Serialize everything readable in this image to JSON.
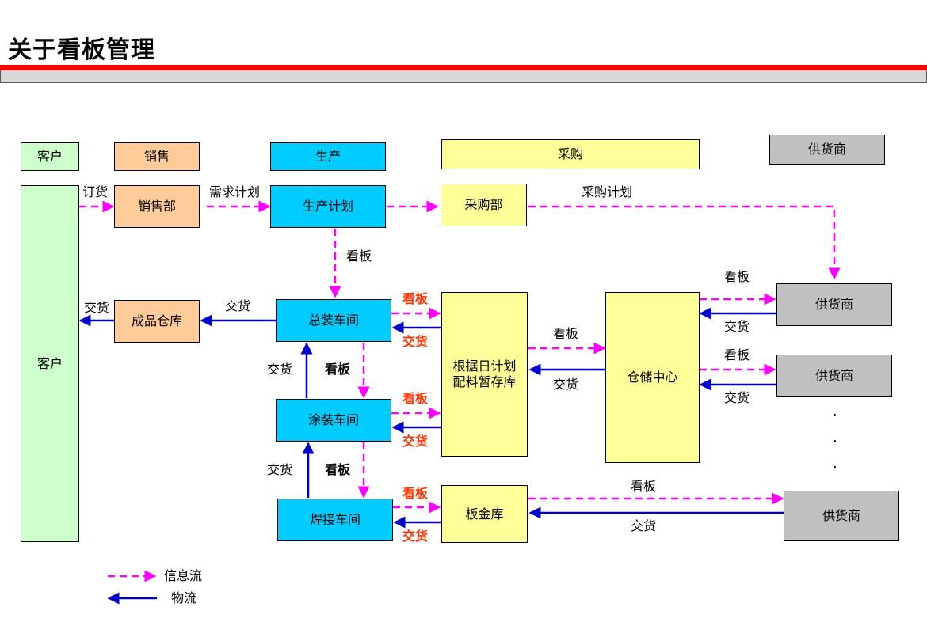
{
  "page": {
    "title": "关于看板管理"
  },
  "colors": {
    "customer": "#ccffcc",
    "sales": "#ffcc99",
    "production": "#00ccff",
    "purchase": "#ffff99",
    "supplier": "#c0c0c0",
    "info_flow": "#ff00ff",
    "material_flow": "#0000cc",
    "kanban_red": "#ff3300",
    "title_rule": "#ff0000"
  },
  "category_headers": {
    "customer": "客户",
    "sales": "销售",
    "production": "生产",
    "purchase": "采购",
    "supplier": "供货商"
  },
  "nodes": {
    "customer": "客户",
    "sales_dept": "销售部",
    "finished_goods": "成品仓库",
    "production_plan": "生产计划",
    "final_assembly": "总装车间",
    "painting": "涂装车间",
    "welding": "焊接车间",
    "purchase_dept": "采购部",
    "staging_store": "根据日计划\n配料暂存库",
    "sheet_metal_store": "板金库",
    "warehouse_center": "仓储中心",
    "supplier_1": "供货商",
    "supplier_2": "供货商",
    "supplier_3": "供货商"
  },
  "edge_labels": {
    "order": "订货",
    "demand_plan": "需求计划",
    "purchase_plan": "采购计划",
    "kanban_plan_to_assembly": "看板",
    "delivery_fg_to_customer": "交货",
    "delivery_assembly_to_fg": "交货",
    "kanban_assembly_out": "看板",
    "delivery_assembly_in": "交货",
    "delivery_paint_to_assembly": "交货",
    "kanban_assembly_to_paint": "看板",
    "kanban_paint_out": "看板",
    "delivery_paint_in": "交货",
    "delivery_weld_to_paint": "交货",
    "kanban_paint_to_weld": "看板",
    "kanban_weld_out": "看板",
    "delivery_weld_in": "交货",
    "kanban_staging_to_center": "看板",
    "delivery_center_to_staging": "交货",
    "kanban_to_supplier_1": "看板",
    "delivery_from_supplier_1": "交货",
    "kanban_to_supplier_2": "看板",
    "delivery_from_supplier_2": "交货",
    "kanban_to_supplier_3": "看板",
    "delivery_from_supplier_3": "交货"
  },
  "legend": {
    "info_flow": "信息流",
    "material_flow": "物流"
  }
}
